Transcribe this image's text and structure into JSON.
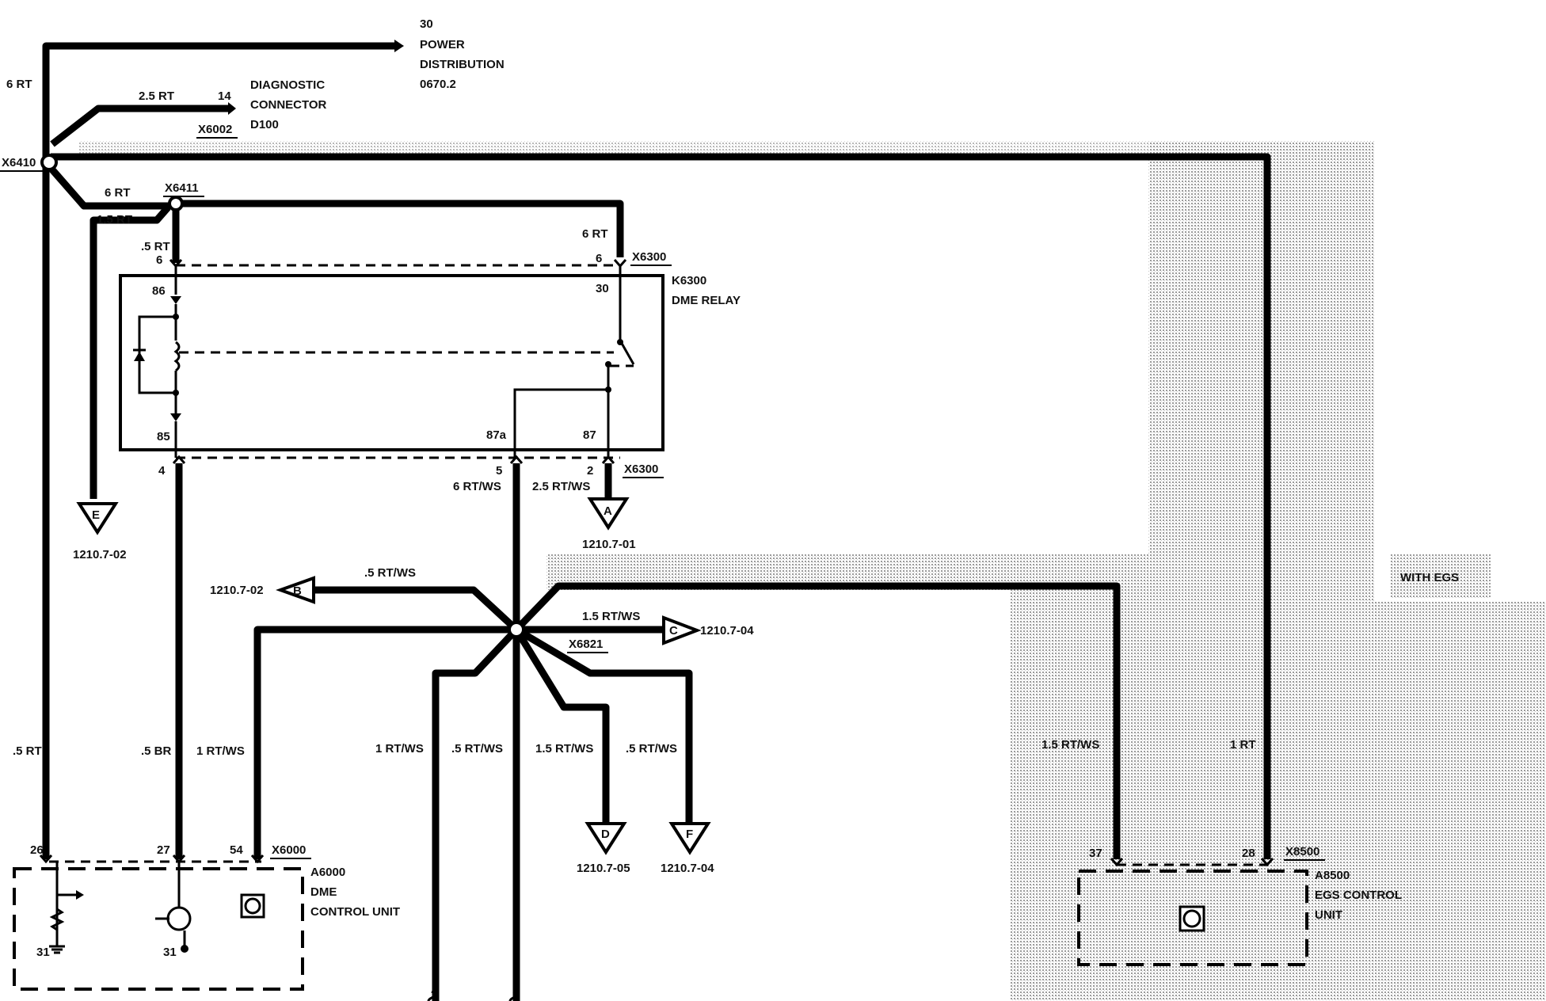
{
  "top": {
    "power_pin": "30",
    "power_l1": "POWER",
    "power_l2": "DISTRIBUTION",
    "power_ref": "0670.2",
    "wire_6rt_main": "6 RT",
    "wire_25rt": "2.5 RT",
    "diag_pin": "14",
    "diag_l1": "DIAGNOSTIC",
    "diag_l2": "CONNECTOR",
    "diag_l3": "D100",
    "x6002": "X6002",
    "x6410": "X6410",
    "x6411": "X6411",
    "wire_6rt_b": "6 RT",
    "wire_15rt": "1.5 RT",
    "wire_05rt_pin": ".5 RT",
    "wire_6rt_c": "6 RT"
  },
  "relay": {
    "pin6_left": "6",
    "pin6_right": "6",
    "x6300_top": "X6300",
    "name_l1": "K6300",
    "name_l2": "DME RELAY",
    "pin86": "86",
    "pin85": "85",
    "pin30": "30",
    "pin87a": "87a",
    "pin87": "87",
    "pin4": "4",
    "pin5": "5",
    "pin2": "2",
    "x6300_bottom": "X6300",
    "wire_6rtws": "6 RT/WS",
    "wire_25rtws": "2.5 RT/WS"
  },
  "refs": {
    "e_letter": "E",
    "e_ref": "1210.7-02",
    "a_letter": "A",
    "a_ref": "1210.7-01",
    "b_letter": "B",
    "b_ref": "1210.7-02",
    "c_letter": "C",
    "c_ref": "1210.7-04",
    "d_letter": "D",
    "d_ref": "1210.7-05",
    "f_letter": "F",
    "f_ref": "1210.7-04"
  },
  "splice": {
    "x6821": "X6821",
    "wire_b": ".5 RT/WS",
    "wire_c": "1.5 RT/WS"
  },
  "egs_note": "WITH EGS",
  "bottom_wires": {
    "w1": ".5 RT",
    "w2": ".5 BR",
    "w3": "1 RT/WS",
    "w4": "1 RT/WS",
    "w5": ".5 RT/WS",
    "w6": "1.5 RT/WS",
    "w7": ".5 RT/WS",
    "w8": "1.5 RT/WS",
    "w9": "1 RT"
  },
  "dme": {
    "pin26": "26",
    "pin27": "27",
    "pin54": "54",
    "x6000": "X6000",
    "name_l1": "A6000",
    "name_l2": "DME",
    "name_l3": "CONTROL UNIT",
    "gnd1": "31",
    "gnd2": "31"
  },
  "egs": {
    "pin37": "37",
    "pin28": "28",
    "x8500": "X8500",
    "name_l1": "A8500",
    "name_l2": "EGS CONTROL",
    "name_l3": "UNIT"
  }
}
